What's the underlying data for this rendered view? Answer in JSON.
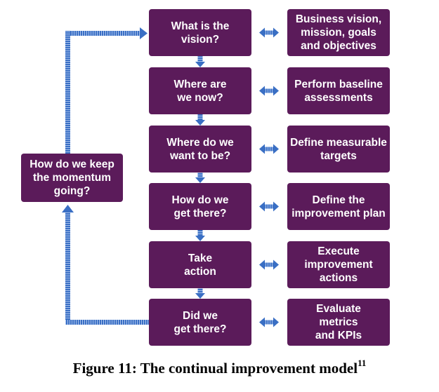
{
  "diagram": {
    "steps": [
      {
        "question": "What is the\nvision?",
        "action": "Business vision,\nmission, goals\nand objectives"
      },
      {
        "question": "Where are\nwe now?",
        "action": "Perform baseline\nassessments"
      },
      {
        "question": "Where do we\nwant to be?",
        "action": "Define measurable\ntargets"
      },
      {
        "question": "How do we\nget there?",
        "action": "Define the\nimprovement plan"
      },
      {
        "question": "Take\naction",
        "action": "Execute\nimprovement\nactions"
      },
      {
        "question": "Did we\nget there?",
        "action": "Evaluate\nmetrics\nand KPIs"
      }
    ],
    "loop_label": "How do we keep\nthe momentum\ngoing?",
    "colors": {
      "box": "#5b1b5a",
      "box_text": "#ffffff",
      "arrow": "#3a6fc4"
    }
  },
  "caption": {
    "text": "Figure 11: The continual improvement model",
    "superscript": "11"
  }
}
